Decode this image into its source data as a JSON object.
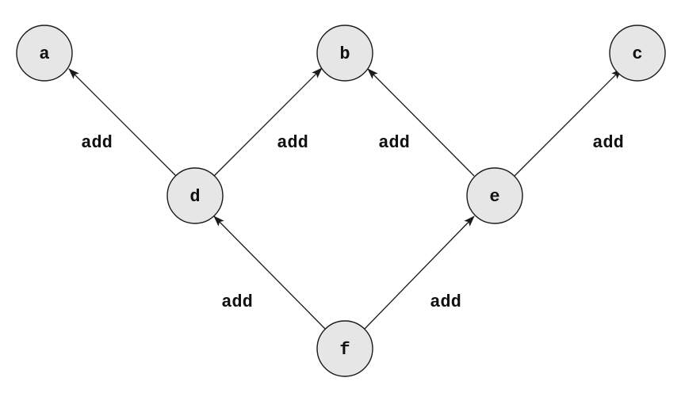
{
  "diagram": {
    "nodes": [
      {
        "id": "a",
        "label": "a"
      },
      {
        "id": "b",
        "label": "b"
      },
      {
        "id": "c",
        "label": "c"
      },
      {
        "id": "d",
        "label": "d"
      },
      {
        "id": "e",
        "label": "e"
      },
      {
        "id": "f",
        "label": "f"
      }
    ],
    "edges": [
      {
        "from": "d",
        "to": "a",
        "label": "add"
      },
      {
        "from": "d",
        "to": "b",
        "label": "add"
      },
      {
        "from": "e",
        "to": "b",
        "label": "add"
      },
      {
        "from": "e",
        "to": "c",
        "label": "add"
      },
      {
        "from": "f",
        "to": "d",
        "label": "add"
      },
      {
        "from": "f",
        "to": "e",
        "label": "add"
      }
    ],
    "colors": {
      "node_fill": "#e6e6e6",
      "stroke": "#1a1a1a",
      "text": "#111111"
    }
  }
}
